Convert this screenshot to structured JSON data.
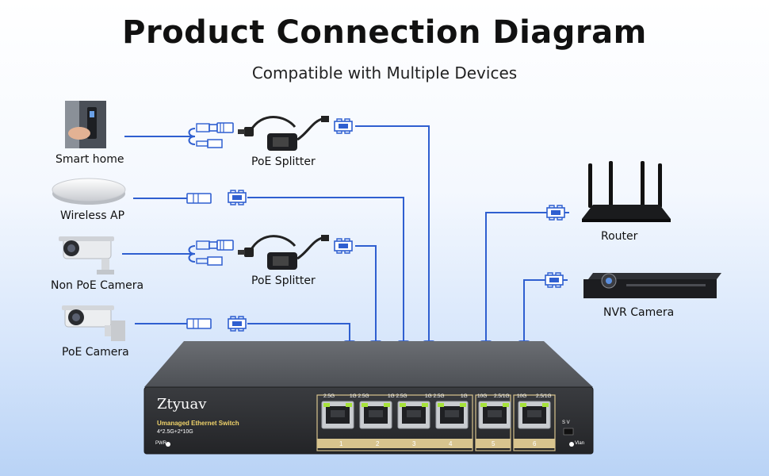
{
  "title": "Product Connection Diagram",
  "subtitle": "Compatible with Multiple Devices",
  "devices": {
    "smart_home": "Smart home",
    "wireless_ap": "Wireless AP",
    "non_poe_camera": "Non PoE Camera",
    "poe_camera": "PoE Camera",
    "router": "Router",
    "nvr_camera": "NVR Camera"
  },
  "splitters": [
    "PoE Splitter",
    "PoE Splitter"
  ],
  "switch": {
    "brand": "Ztyuav",
    "model": "Umanaged Ethernet Switch",
    "ports": "4*2.5G+2*10G",
    "pwr": "PWR",
    "sv": "S  V",
    "vlan": "Vlan",
    "speeds": [
      "2.5G",
      "1G 2.5G",
      "1G 2.5G",
      "1G 2.5G",
      "1G",
      "10G",
      "2.5/1G",
      "10G",
      "2.5/1G"
    ],
    "port_numbers": [
      "1",
      "2",
      "3",
      "4",
      "5",
      "6"
    ]
  },
  "colors": {
    "cable": "#2f5fd0",
    "switch_body": "#56595e",
    "switch_panel": "#2b2d31",
    "port_frame": "#d8c48e",
    "led": "#a6e23a"
  }
}
